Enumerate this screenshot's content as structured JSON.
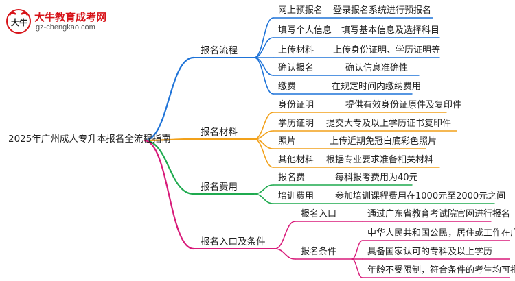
{
  "logo": {
    "title": "大牛教育成考网",
    "url": "gz-chengkao.com",
    "mark_text": "大牛"
  },
  "root": {
    "label": "2025年广州成人专升本报名全流程指南"
  },
  "colors": {
    "blue": "#1e73d8",
    "orange": "#f2a11a",
    "green": "#1faa4f",
    "magenta": "#d81b7a"
  },
  "branches": [
    {
      "label": "报名流程",
      "color": "blue",
      "items": [
        {
          "label": "网上预报名",
          "detail": "登录报名系统进行预报名"
        },
        {
          "label": "填写个人信息",
          "detail": "填写基本信息及选择科目"
        },
        {
          "label": "上传材料",
          "detail": "上传身份证明、学历证明等"
        },
        {
          "label": "确认报名",
          "detail": "确认信息准确性"
        },
        {
          "label": "缴费",
          "detail": "在规定时间内缴纳费用"
        }
      ]
    },
    {
      "label": "报名材料",
      "color": "orange",
      "items": [
        {
          "label": "身份证明",
          "detail": "提供有效身份证原件及复印件"
        },
        {
          "label": "学历证明",
          "detail": "提交大专及以上学历证书复印件"
        },
        {
          "label": "照片",
          "detail": "上传近期免冠白底彩色照片"
        },
        {
          "label": "其他材料",
          "detail": "根据专业要求准备相关材料"
        }
      ]
    },
    {
      "label": "报名费用",
      "color": "green",
      "items": [
        {
          "label": "报名费",
          "detail": "每科报考费用为40元"
        },
        {
          "label": "培训费用",
          "detail": "参加培训课程费用在1000元至2000元之间"
        }
      ]
    },
    {
      "label": "报名入口及条件",
      "color": "magenta",
      "items": [
        {
          "label": "报名入口",
          "details": [
            "通过广东省教育考试院官网进行报名"
          ]
        },
        {
          "label": "报名条件",
          "details": [
            "中华人民共和国公民，居住或工作在广东省",
            "具备国家认可的专科及以上学历",
            "年龄不受限制，符合条件的考生均可报名"
          ]
        }
      ]
    }
  ]
}
